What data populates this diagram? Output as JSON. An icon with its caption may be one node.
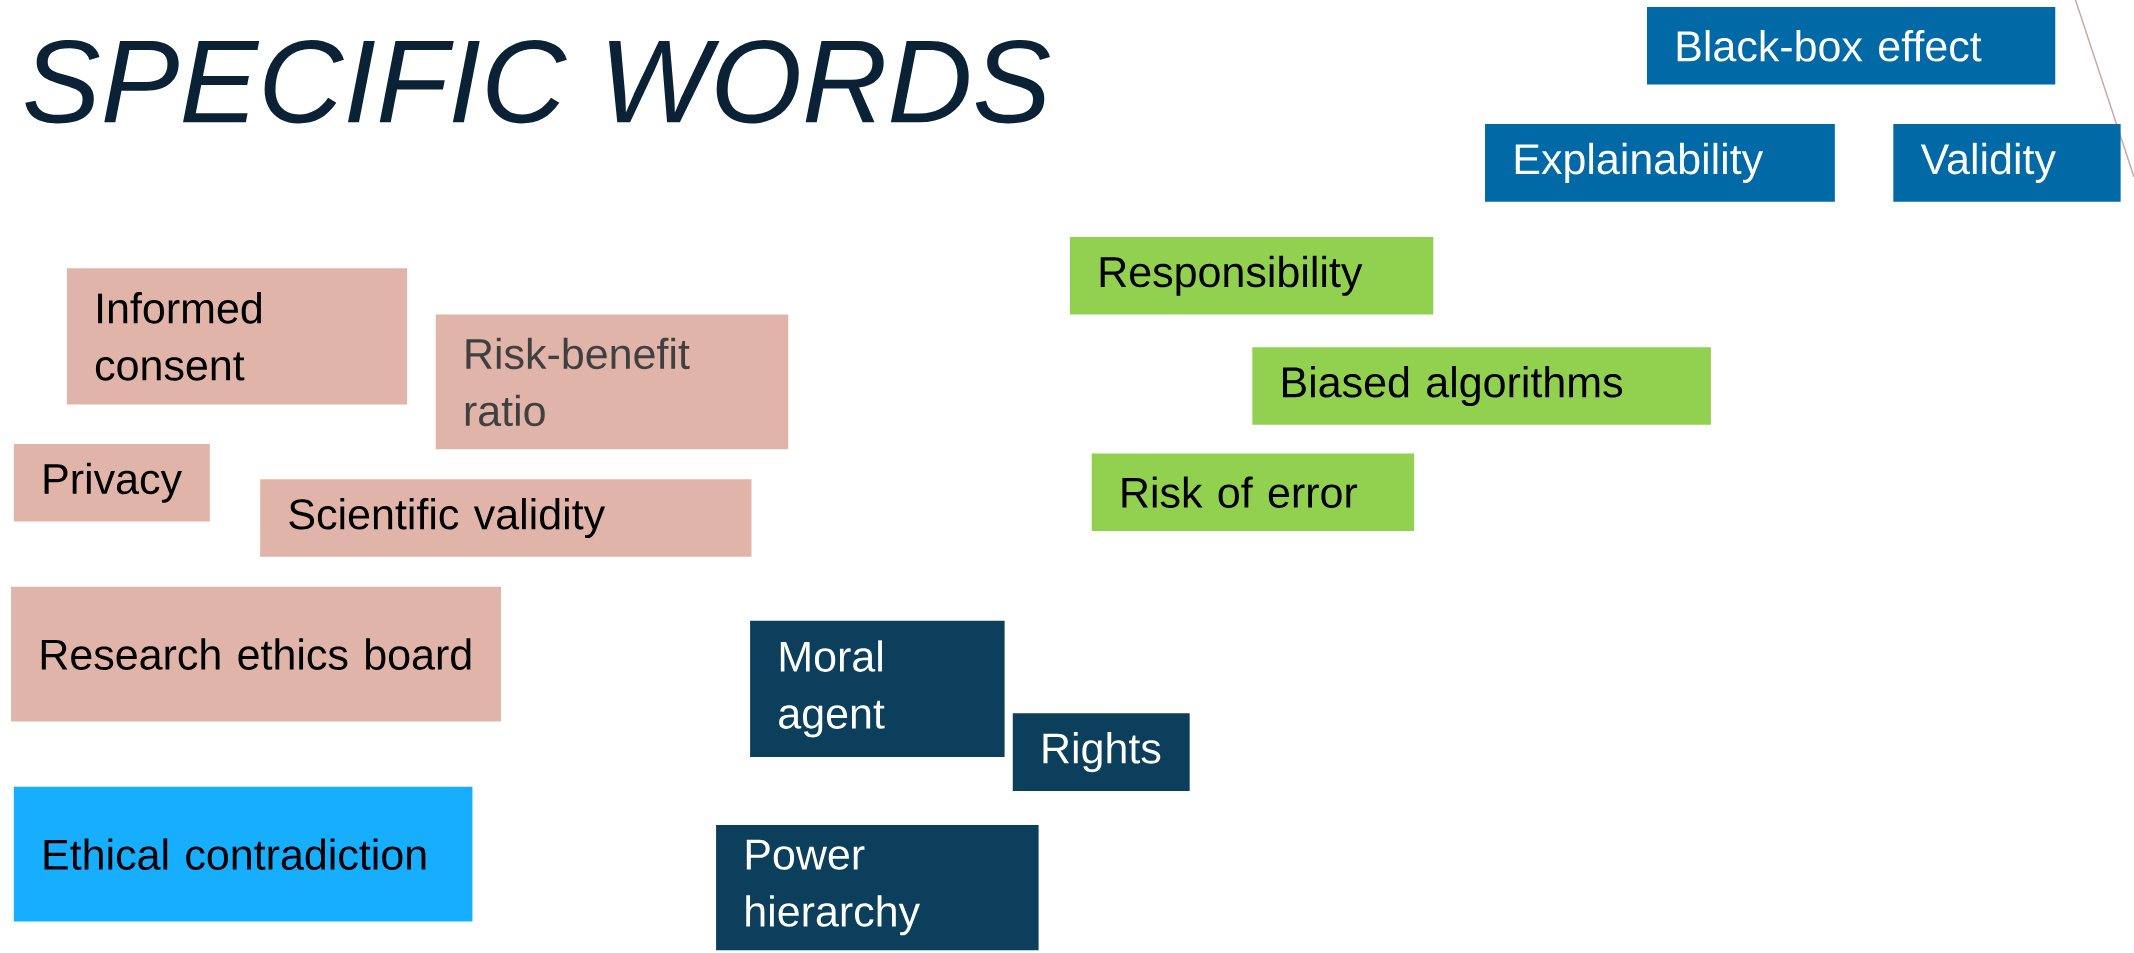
{
  "diagram": {
    "title": "SPECIFIC WORDS",
    "nodes": [
      {
        "text": [
          "Informed consent"
        ]
      },
      {
        "text": [
          "Risk-benefit ratio"
        ]
      },
      {
        "text": [
          "Privacy"
        ]
      },
      {
        "text": [
          "Scientific validity"
        ]
      },
      {
        "text": [
          "Research ethics board"
        ]
      },
      {
        "text": [
          "Ethical contradiction"
        ]
      },
      {
        "text": [
          "Moral agent"
        ]
      },
      {
        "text": [
          "Rights"
        ]
      },
      {
        "text": [
          "Power hierarchy"
        ]
      },
      {
        "text": [
          "Responsibility"
        ]
      },
      {
        "text": [
          "Biased algorithms"
        ]
      },
      {
        "text": [
          "Risk of error"
        ]
      },
      {
        "text": [
          "Black-box effect"
        ]
      },
      {
        "text": [
          "Explainability"
        ]
      },
      {
        "text": [
          "Validity"
        ]
      }
    ]
  }
}
